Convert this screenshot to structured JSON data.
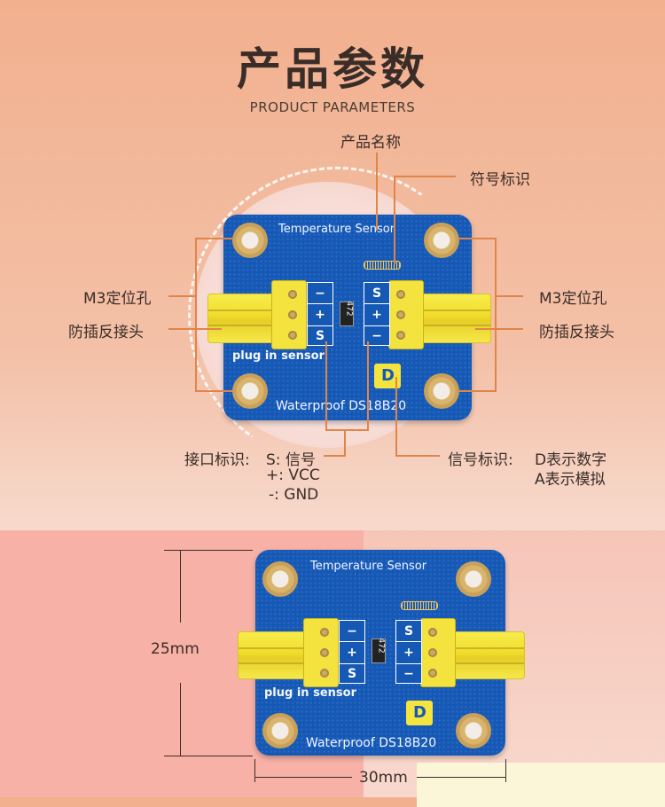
{
  "title": "产品参数",
  "subtitle": "PRODUCT PARAMETERS",
  "board": {
    "name": "Temperature Sensor",
    "footer": "Waterproof DS18B20",
    "plug_text": "plug in sensor",
    "left_pins": [
      "−",
      "+",
      "S"
    ],
    "right_pins": [
      "S",
      "+",
      "−"
    ],
    "resistor_text": "472",
    "signal_icon": "D"
  },
  "labels": {
    "product_name": "产品名称",
    "symbol_mark": "符号标识",
    "mount_left": "M3定位孔",
    "mount_right": "M3定位孔",
    "connector_left": "防插反接头",
    "connector_right": "防插反接头",
    "interface_title": "接口标识:",
    "interface_lines": [
      "S: 信号",
      "+:  VCC",
      "-: GND"
    ],
    "signal_title": "信号标识:",
    "signal_lines": [
      "D表示数字",
      "A表示模拟"
    ]
  },
  "dimensions": {
    "height": "25mm",
    "width": "30mm"
  },
  "colors": {
    "board": "#1659b5",
    "connector": "#f4e23f",
    "leader_line": "#e0854a"
  }
}
